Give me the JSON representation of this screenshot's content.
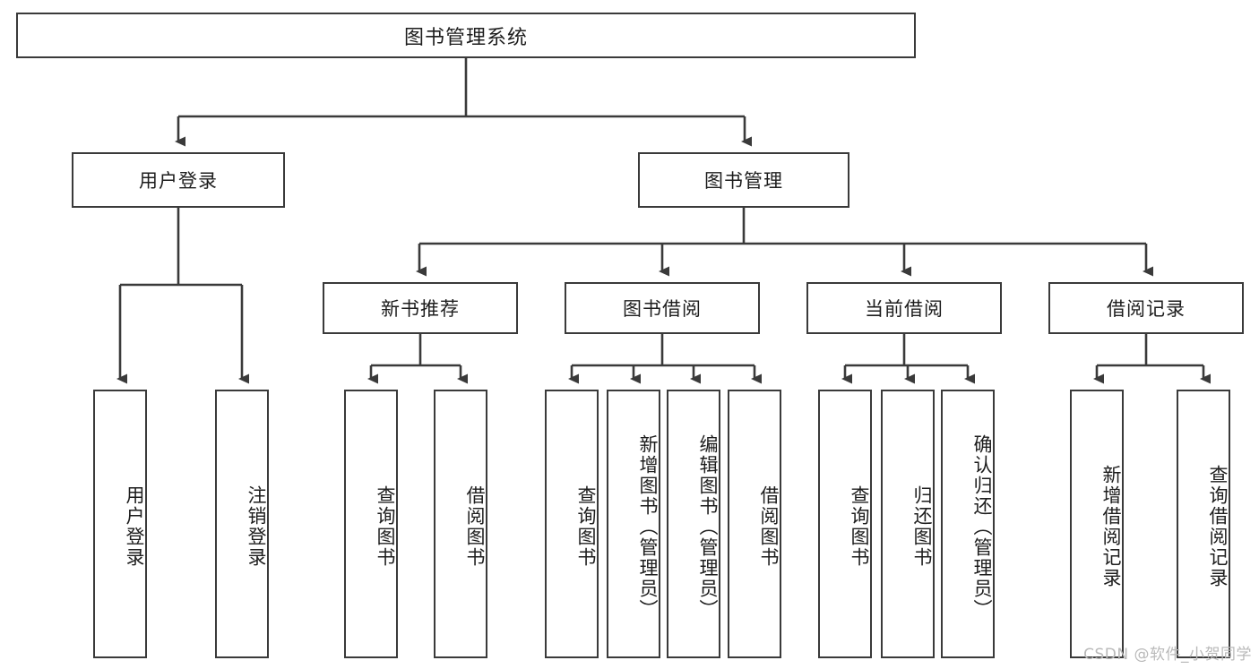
{
  "diagram": {
    "type": "tree-hierarchy",
    "title": "图书管理系统",
    "orientation": "top-down",
    "colors": {
      "box_border": "#3a3a3a",
      "box_fill": "#ffffff",
      "connector": "#3a3a3a",
      "text": "#1d1d1d",
      "watermark": "#b9b9b9",
      "background": "#ffffff"
    },
    "root": {
      "label": "图书管理系统"
    },
    "level2": [
      {
        "label": "用户登录"
      },
      {
        "label": "图书管理"
      }
    ],
    "level3": [
      {
        "label": "新书推荐"
      },
      {
        "label": "图书借阅"
      },
      {
        "label": "当前借阅"
      },
      {
        "label": "借阅记录"
      }
    ],
    "leaves": {
      "user_login": [
        {
          "label": "用户登录"
        },
        {
          "label": "注销登录"
        }
      ],
      "new_book_recommend": [
        {
          "label": "查询图书"
        },
        {
          "label": "借阅图书"
        }
      ],
      "book_borrow": [
        {
          "label": "查询图书"
        },
        {
          "label": "新增图书（管理员）"
        },
        {
          "label": "编辑图书（管理员）"
        },
        {
          "label": "借阅图书"
        }
      ],
      "current_borrow": [
        {
          "label": "查询图书"
        },
        {
          "label": "归还图书"
        },
        {
          "label": "确认归还（管理员）"
        }
      ],
      "borrow_record": [
        {
          "label": "新增借阅记录"
        },
        {
          "label": "查询借阅记录"
        }
      ]
    }
  },
  "watermark": {
    "text": "CSDN @软件_小贺同学"
  }
}
